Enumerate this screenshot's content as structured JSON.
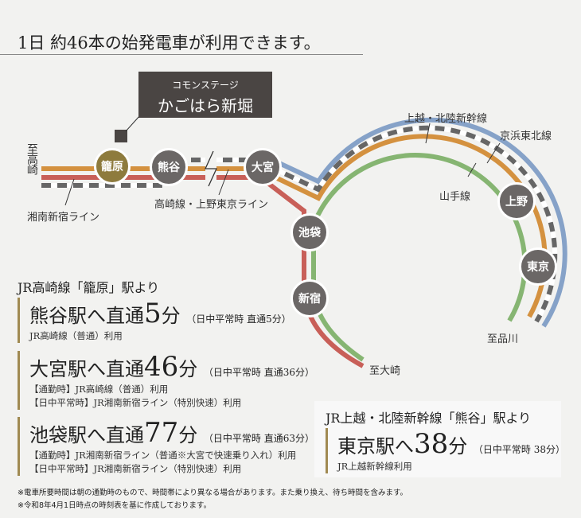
{
  "title": "1日 約46本の始発電車が利用できます。",
  "callout": {
    "small": "コモンステージ",
    "big": "かごはら新堀"
  },
  "stations": {
    "kagohara": "籠原",
    "kumagaya": "熊谷",
    "omiya": "大宮",
    "ikebukuro": "池袋",
    "shinjuku": "新宿",
    "ueno": "上野",
    "tokyo": "東京"
  },
  "labels": {
    "to_takasaki": "至高崎",
    "shonan": "湘南新宿ライン",
    "takasaki_ueno": "高崎線・上野東京ライン",
    "shinkansen": "上越・北陸新幹線",
    "keihin": "京浜東北線",
    "yamanote": "山手線",
    "to_shinagawa": "至品川",
    "to_osaki": "至大崎"
  },
  "colors": {
    "orange": "#d4913f",
    "red": "#c85f58",
    "blue": "#86a2c8",
    "green": "#86b572",
    "station": "#6b6766",
    "home": "#8e7b3d",
    "accent": "#a08a52"
  },
  "section1": {
    "heading": "JR高崎線「籠原」駅より",
    "items": [
      {
        "dest": "熊谷駅へ直通",
        "num": "5",
        "unit": "分",
        "note": "（日中平常時 直通5分）",
        "sub": [
          "JR高崎線（普通）利用"
        ]
      },
      {
        "dest": "大宮駅へ直通",
        "num": "46",
        "unit": "分",
        "note": "（日中平常時 直通36分）",
        "sub": [
          "【通勤時】JR高崎線（普通）利用",
          "【日中平常時】JR湘南新宿ライン（特別快速）利用"
        ]
      },
      {
        "dest": "池袋駅へ直通",
        "num": "77",
        "unit": "分",
        "note": "（日中平常時 直通63分）",
        "sub": [
          "【通勤時】JR湘南新宿ライン（普通※大宮で快速乗り入れ）利用",
          "【日中平常時】JR湘南新宿ライン（特別快速）利用"
        ]
      }
    ]
  },
  "section2": {
    "heading": "JR上越・北陸新幹線「熊谷」駅より",
    "item": {
      "dest": "東京駅へ",
      "num": "38",
      "unit": "分",
      "note": "（日中平常時 38分）",
      "sub": "JR上越新幹線利用"
    }
  },
  "notes": [
    "※電車所要時間は朝の通勤時のもので、時間帯により異なる場合があります。また乗り換え、待ち時間を含みます。",
    "※令和8年4月1日時点の時刻表を基に作成しております。"
  ]
}
